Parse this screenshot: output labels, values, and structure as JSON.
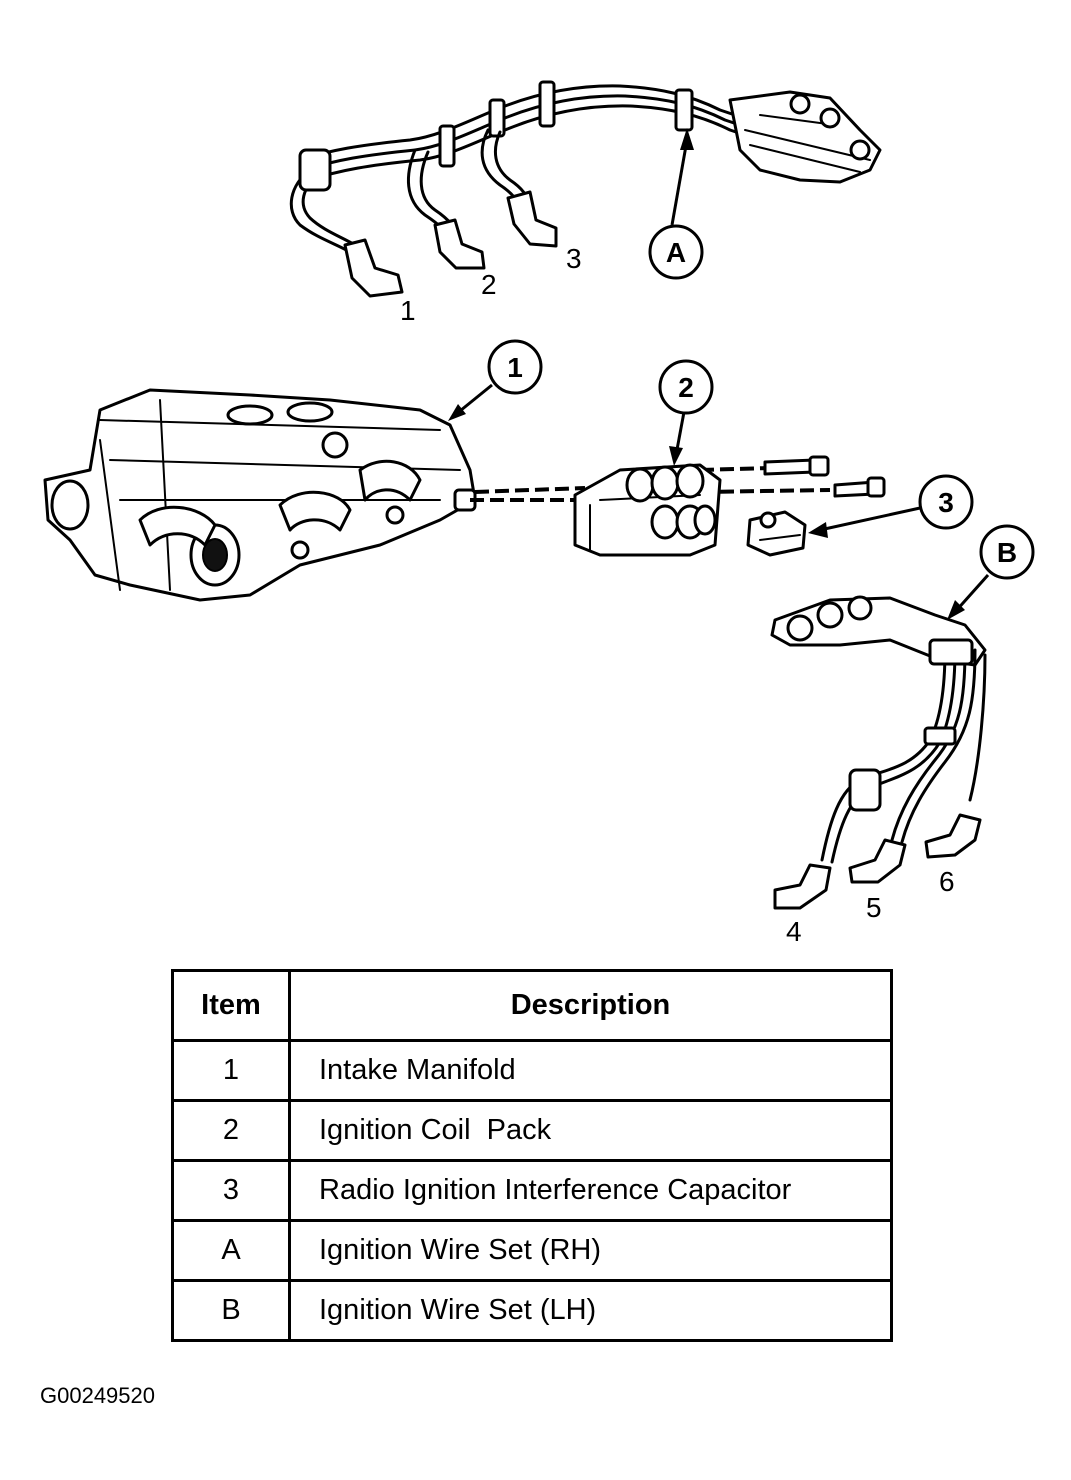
{
  "diagram": {
    "wire_numbers_rh": [
      "1",
      "2",
      "3"
    ],
    "wire_numbers_lh": [
      "4",
      "5",
      "6"
    ],
    "callouts": {
      "a": "A",
      "b": "B",
      "one": "1",
      "two": "2",
      "three": "3"
    }
  },
  "table": {
    "headers": {
      "item": "Item",
      "description": "Description"
    },
    "rows": [
      {
        "item": "1",
        "description": "Intake Manifold"
      },
      {
        "item": "2",
        "description": "Ignition Coil  Pack"
      },
      {
        "item": "3",
        "description": "Radio Ignition Interference Capacitor"
      },
      {
        "item": "A",
        "description": "Ignition Wire Set (RH)"
      },
      {
        "item": "B",
        "description": "Ignition Wire Set (LH)"
      }
    ]
  },
  "footer": {
    "code": "G00249520"
  }
}
